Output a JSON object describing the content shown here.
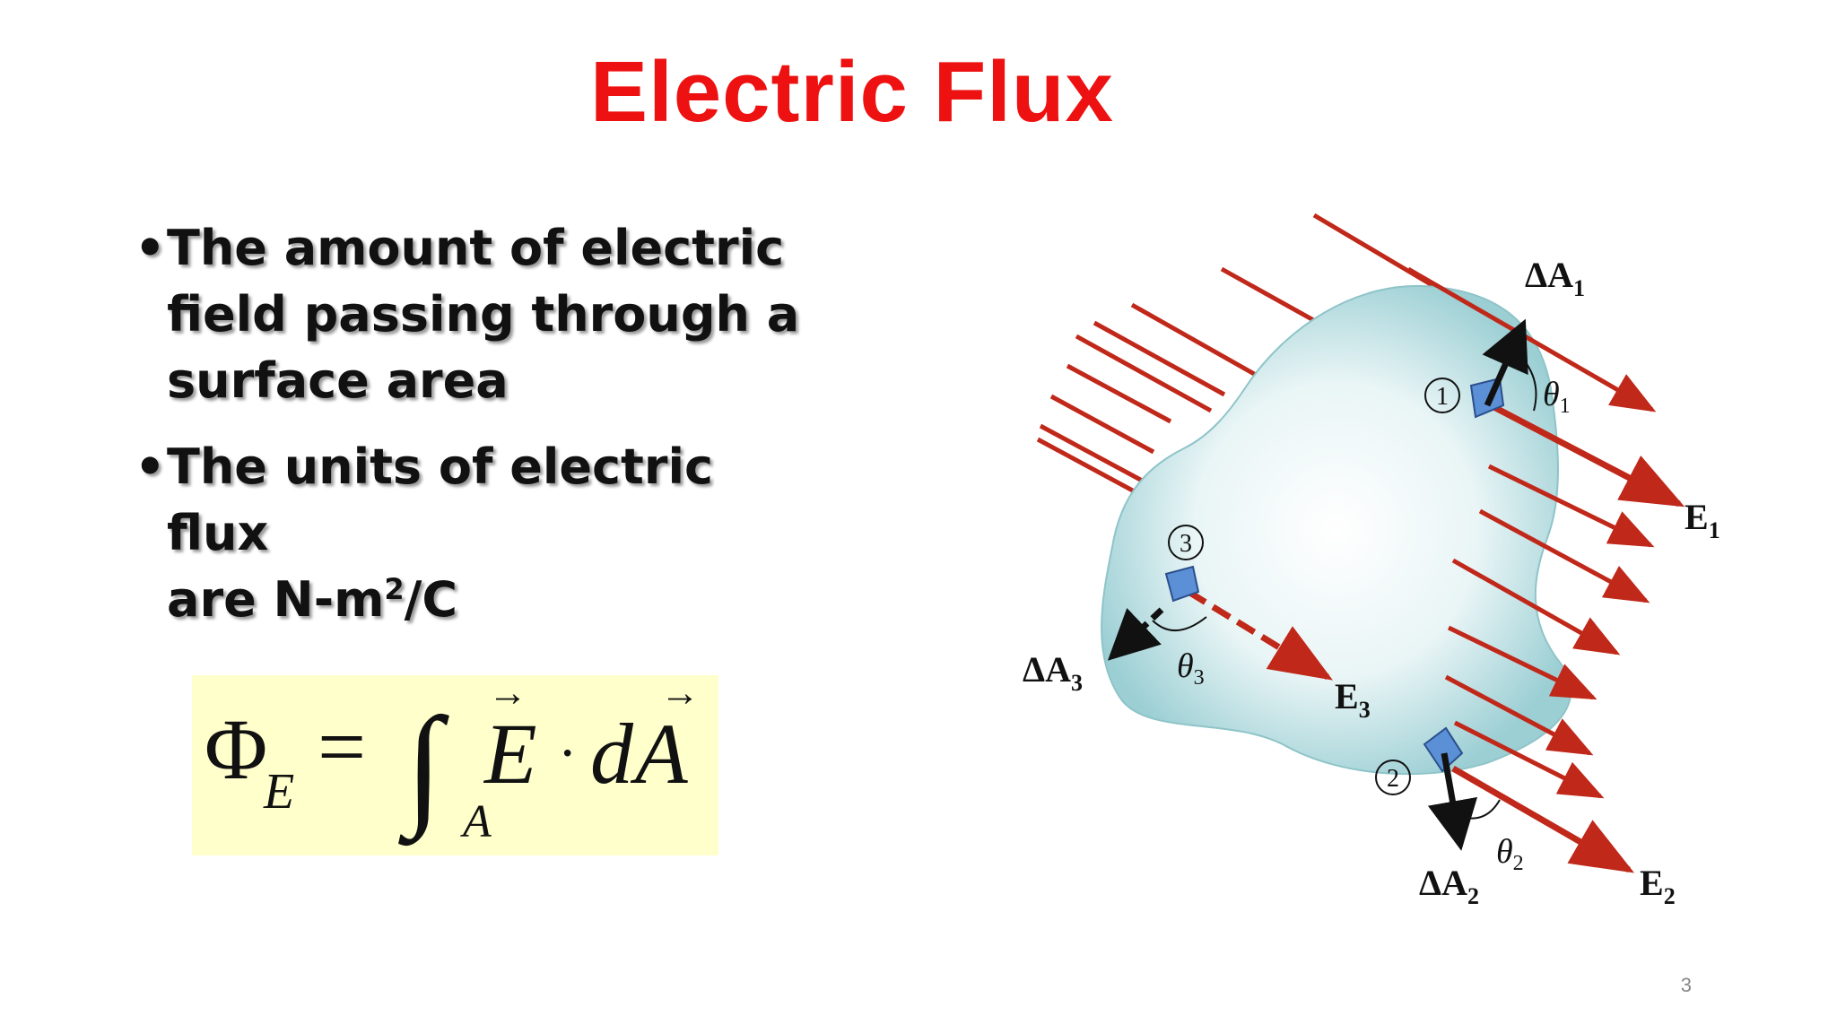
{
  "slide": {
    "title": "Electric Flux",
    "page_number": "3"
  },
  "bullets": [
    {
      "bullet": "•",
      "lines": [
        "The amount of electric",
        "field passing through a",
        "surface area"
      ]
    },
    {
      "bullet": "•",
      "line1": "The units of electric flux",
      "line2_prefix": "are N-m",
      "line2_sup": "2",
      "line2_suffix": "/C"
    }
  ],
  "formula": {
    "phi": "Φ",
    "phi_sub": "E",
    "equals": "=",
    "integral": "∫",
    "int_sub": "A",
    "E": "E",
    "dot": "·",
    "d": "d",
    "A": "A",
    "arrow": "→"
  },
  "figure": {
    "labels": {
      "dA1": "ΔA",
      "dA1_sub": "1",
      "dA2": "ΔA",
      "dA2_sub": "2",
      "dA3": "ΔA",
      "dA3_sub": "3",
      "E1": "E",
      "E1_sub": "1",
      "E2": "E",
      "E2_sub": "2",
      "E3": "E",
      "E3_sub": "3",
      "theta1": "θ",
      "theta1_sub": "1",
      "theta2": "θ",
      "theta2_sub": "2",
      "theta3": "θ",
      "theta3_sub": "3",
      "c1": "1",
      "c2": "2",
      "c3": "3"
    },
    "colors": {
      "field_line": "#c0281a",
      "surface": "#b9dde0",
      "patch": "#5b8fd6",
      "normal_arrow": "#111111"
    }
  }
}
